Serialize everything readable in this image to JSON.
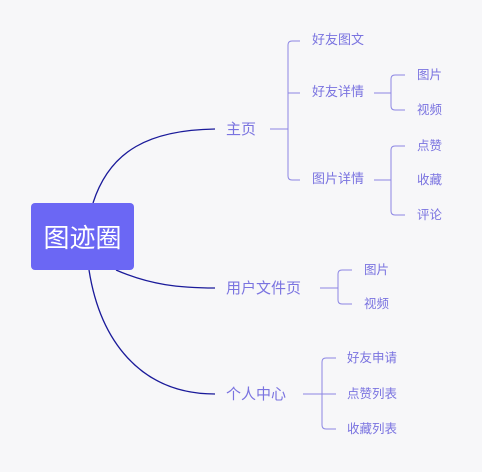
{
  "root": {
    "label": "图迹圈"
  },
  "branches": [
    {
      "label": "主页",
      "children": [
        {
          "label": "好友图文",
          "children": []
        },
        {
          "label": "好友详情",
          "children": [
            {
              "label": "图片"
            },
            {
              "label": "视频"
            }
          ]
        },
        {
          "label": "图片详情",
          "children": [
            {
              "label": "点赞"
            },
            {
              "label": "收藏"
            },
            {
              "label": "评论"
            }
          ]
        }
      ]
    },
    {
      "label": "用户文件页",
      "children": [
        {
          "label": "图片"
        },
        {
          "label": "视频"
        }
      ]
    },
    {
      "label": "个人中心",
      "children": [
        {
          "label": "好友申请"
        },
        {
          "label": "点赞列表"
        },
        {
          "label": "收藏列表"
        }
      ]
    }
  ],
  "colors": {
    "root_fill": "#6b67f4",
    "root_text": "#ffffff",
    "root_link": "#1a1a9a",
    "branch_link": "#8c86e4",
    "label_text": "#7a73e0",
    "background": "#f7f7f9"
  }
}
